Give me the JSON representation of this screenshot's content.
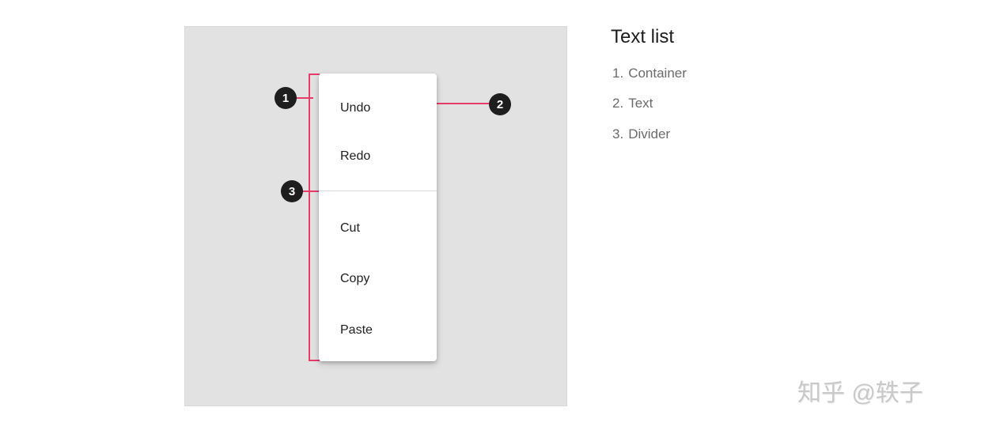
{
  "colors": {
    "annotation_pink": "#e73c68",
    "canvas_bg": "#e2e2e2",
    "callout_bg": "#1e1e1e",
    "menu_text": "#212121",
    "legend_text": "#6b6b6b"
  },
  "menu": {
    "items": [
      {
        "label": "Undo"
      },
      {
        "label": "Redo"
      },
      {
        "label": "Cut"
      },
      {
        "label": "Copy"
      },
      {
        "label": "Paste"
      }
    ],
    "divider_after": "Redo"
  },
  "callouts": [
    {
      "number": "1",
      "points_to": "Container"
    },
    {
      "number": "2",
      "points_to": "Text"
    },
    {
      "number": "3",
      "points_to": "Divider"
    }
  ],
  "legend": {
    "title": "Text list",
    "items": [
      {
        "number": "1.",
        "label": "Container"
      },
      {
        "number": "2.",
        "label": "Text"
      },
      {
        "number": "3.",
        "label": "Divider"
      }
    ]
  },
  "watermark": {
    "text": "知乎 @轶子"
  }
}
